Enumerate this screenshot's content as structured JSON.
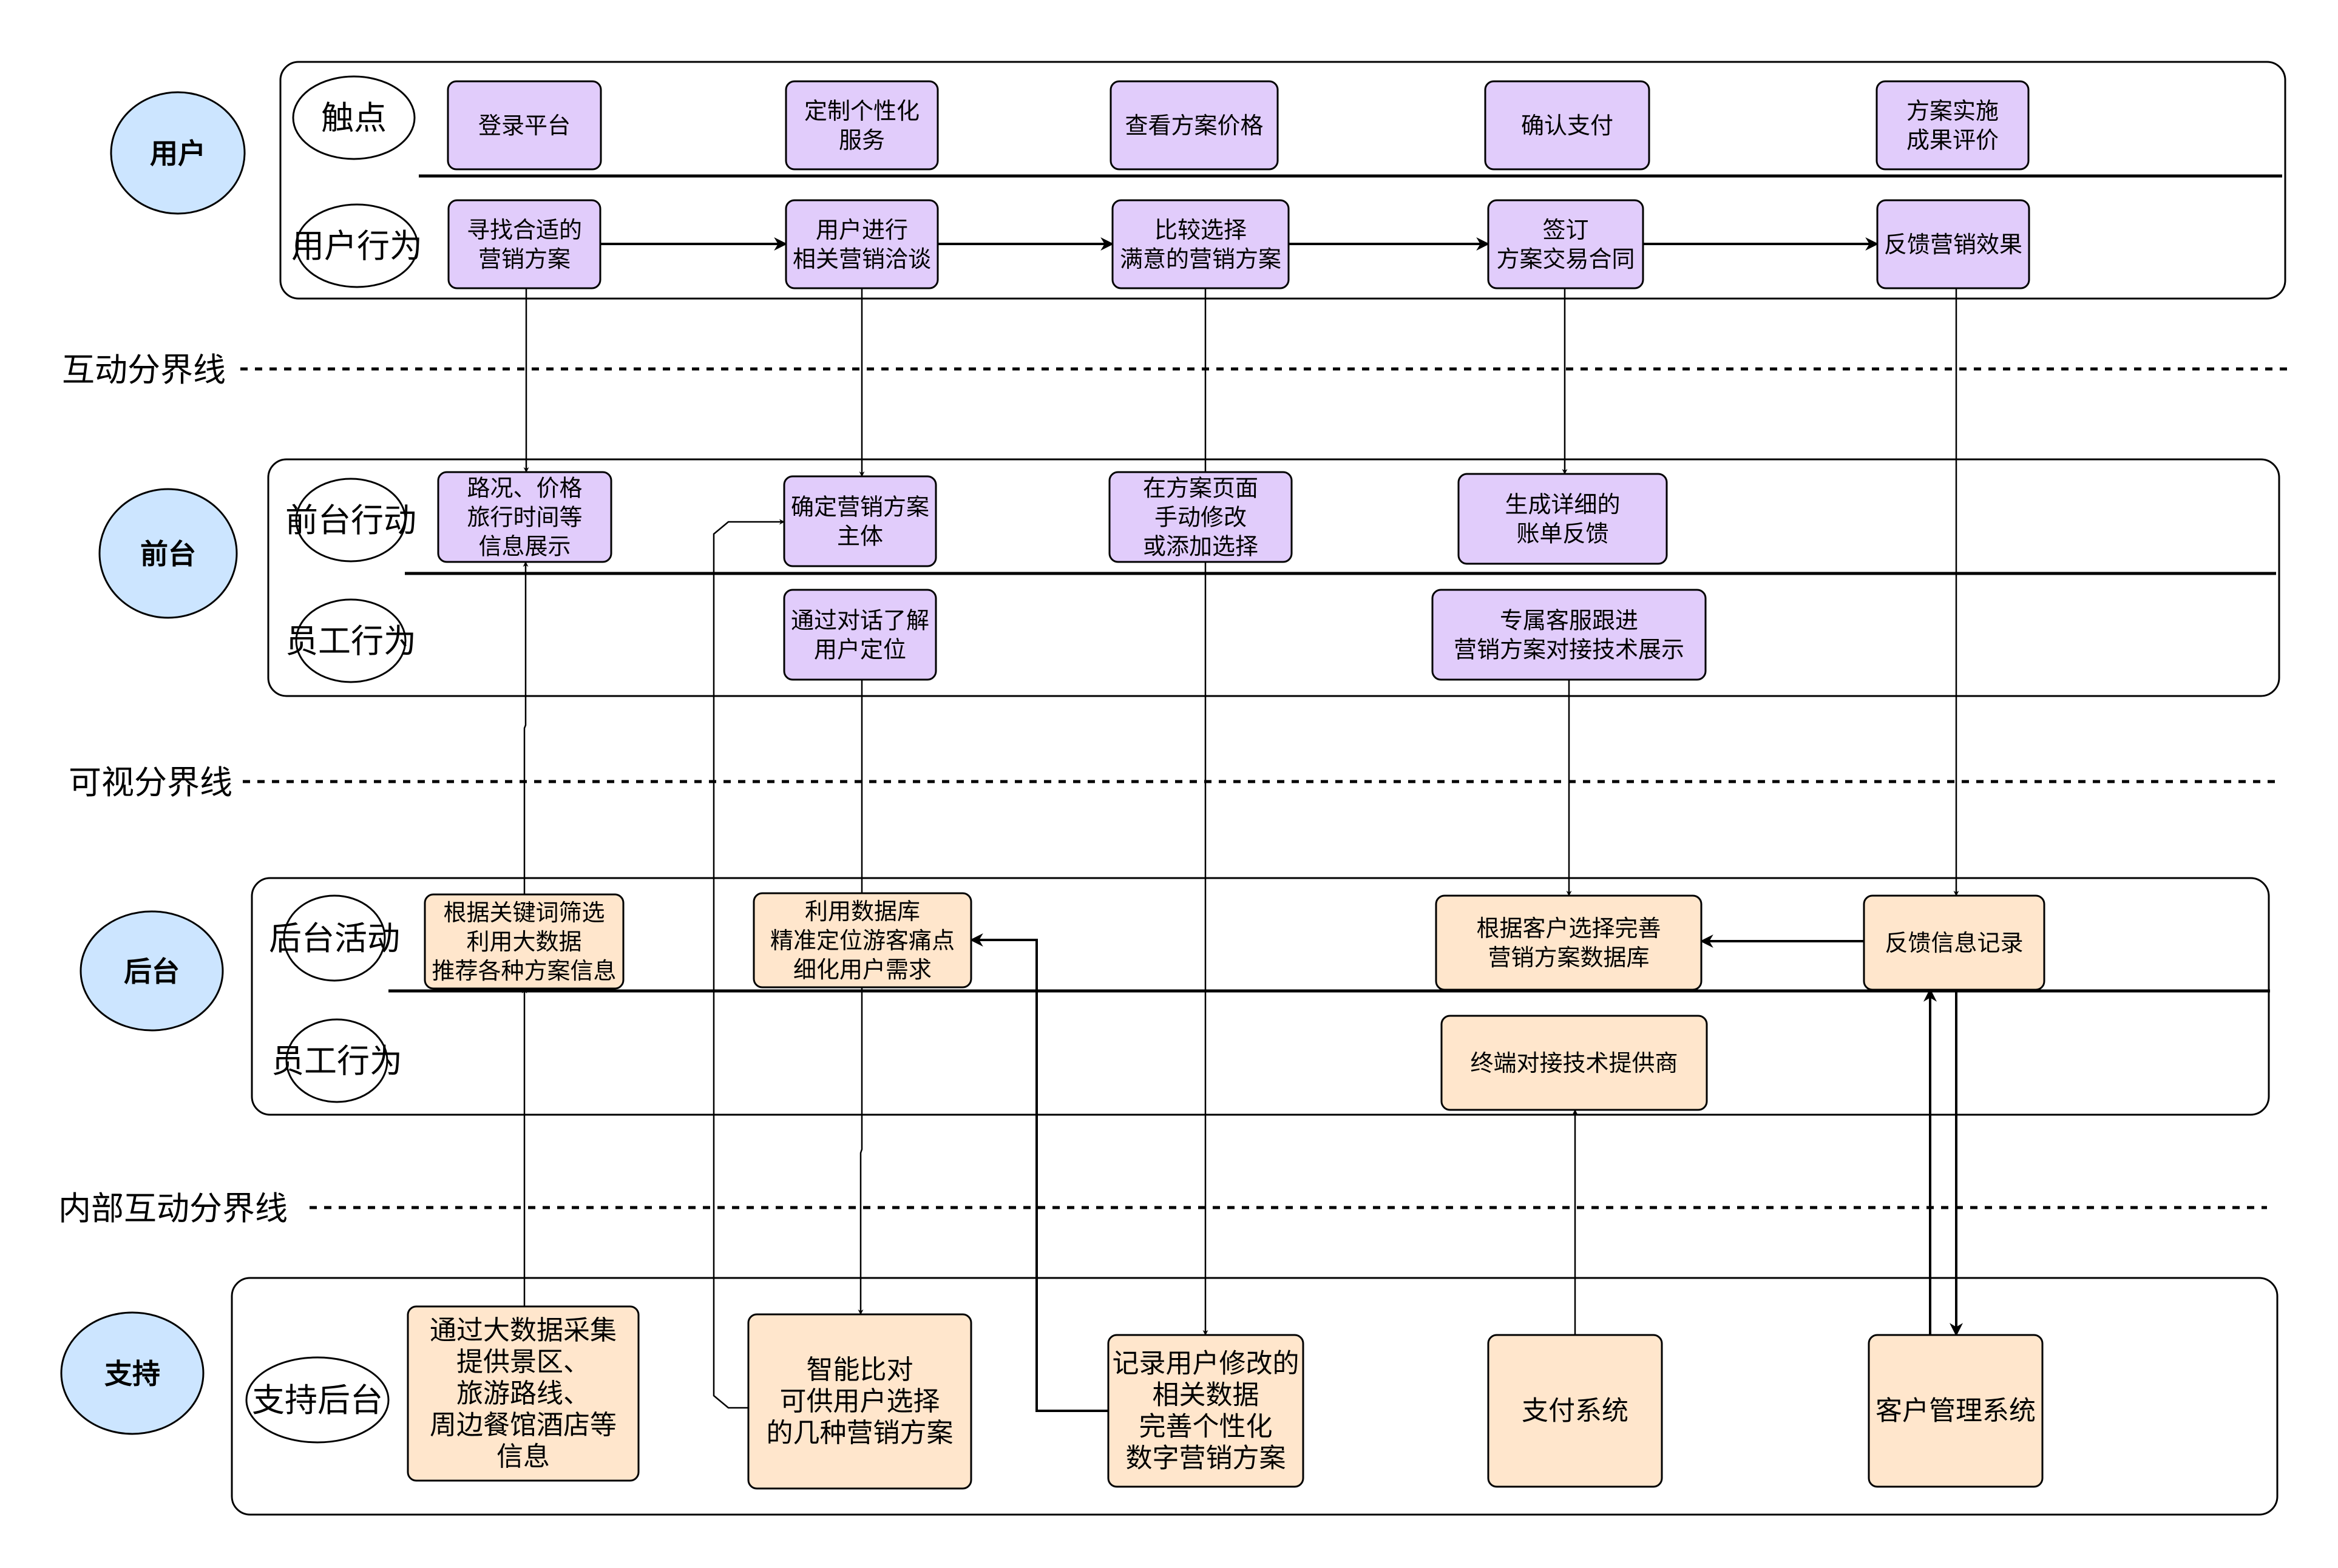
{
  "title": "Service Blueprint – 数字营销方案",
  "colors": {
    "lane_title_fill": "#cce5ff",
    "front_node_fill": "#e1ccfb",
    "back_node_fill": "#ffe6cc",
    "stroke": "#000000",
    "background": "#ffffff"
  },
  "lanes": [
    {
      "id": "user",
      "title": "用户",
      "rows": [
        {
          "label": "触点"
        },
        {
          "label": "用户行为"
        }
      ]
    },
    {
      "id": "front",
      "title": "前台",
      "rows": [
        {
          "label": "前台行动"
        },
        {
          "label": "员工行为"
        }
      ]
    },
    {
      "id": "back",
      "title": "后台",
      "rows": [
        {
          "label": "后台活动"
        },
        {
          "label": "员工行为"
        }
      ]
    },
    {
      "id": "support",
      "title": "支持",
      "rows": [
        {
          "label": "支持后台"
        }
      ]
    }
  ],
  "boundaries": [
    {
      "id": "interaction",
      "label": "互动分界线"
    },
    {
      "id": "visibility",
      "label": "可视分界线"
    },
    {
      "id": "internal",
      "label": "内部互动分界线"
    }
  ],
  "nodes": [
    {
      "id": "t1",
      "lane": "user",
      "row": 0,
      "style": "front",
      "lines": [
        "登录平台"
      ]
    },
    {
      "id": "t2",
      "lane": "user",
      "row": 0,
      "style": "front",
      "lines": [
        "定制个性化",
        "服务"
      ]
    },
    {
      "id": "t3",
      "lane": "user",
      "row": 0,
      "style": "front",
      "lines": [
        "查看方案价格"
      ]
    },
    {
      "id": "t4",
      "lane": "user",
      "row": 0,
      "style": "front",
      "lines": [
        "确认支付"
      ]
    },
    {
      "id": "t5",
      "lane": "user",
      "row": 0,
      "style": "front",
      "lines": [
        "方案实施",
        "成果评价"
      ]
    },
    {
      "id": "u1",
      "lane": "user",
      "row": 1,
      "style": "front",
      "lines": [
        "寻找合适的",
        "营销方案"
      ]
    },
    {
      "id": "u2",
      "lane": "user",
      "row": 1,
      "style": "front",
      "lines": [
        "用户进行",
        "相关营销洽谈"
      ]
    },
    {
      "id": "u3",
      "lane": "user",
      "row": 1,
      "style": "front",
      "lines": [
        "比较选择",
        "满意的营销方案"
      ]
    },
    {
      "id": "u4",
      "lane": "user",
      "row": 1,
      "style": "front",
      "lines": [
        "签订",
        "方案交易合同"
      ]
    },
    {
      "id": "u5",
      "lane": "user",
      "row": 1,
      "style": "front",
      "lines": [
        "反馈营销效果"
      ]
    },
    {
      "id": "f1",
      "lane": "front",
      "row": 0,
      "style": "front",
      "lines": [
        "路况、价格",
        "旅行时间等",
        "信息展示"
      ]
    },
    {
      "id": "f2",
      "lane": "front",
      "row": 0,
      "style": "front",
      "lines": [
        "确定营销方案",
        "主体"
      ]
    },
    {
      "id": "f3",
      "lane": "front",
      "row": 0,
      "style": "front",
      "lines": [
        "在方案页面",
        "手动修改",
        "或添加选择"
      ]
    },
    {
      "id": "f4",
      "lane": "front",
      "row": 0,
      "style": "front",
      "lines": [
        "生成详细的",
        "账单反馈"
      ]
    },
    {
      "id": "fe1",
      "lane": "front",
      "row": 1,
      "style": "front",
      "lines": [
        "通过对话了解",
        "用户定位"
      ]
    },
    {
      "id": "fe2",
      "lane": "front",
      "row": 1,
      "style": "front",
      "lines": [
        "专属客服跟进",
        "营销方案对接技术展示"
      ]
    },
    {
      "id": "b1",
      "lane": "back",
      "row": 0,
      "style": "back",
      "lines": [
        "根据关键词筛选",
        "利用大数据",
        "推荐各种方案信息"
      ]
    },
    {
      "id": "b2",
      "lane": "back",
      "row": 0,
      "style": "back",
      "lines": [
        "利用数据库",
        "精准定位游客痛点",
        "细化用户需求"
      ]
    },
    {
      "id": "b3",
      "lane": "back",
      "row": 0,
      "style": "back",
      "lines": [
        "根据客户选择完善",
        "营销方案数据库"
      ]
    },
    {
      "id": "b4",
      "lane": "back",
      "row": 0,
      "style": "back",
      "lines": [
        "反馈信息记录"
      ]
    },
    {
      "id": "be1",
      "lane": "back",
      "row": 1,
      "style": "back",
      "lines": [
        "终端对接技术提供商"
      ]
    },
    {
      "id": "s1",
      "lane": "support",
      "row": 0,
      "style": "back",
      "lines": [
        "通过大数据采集",
        "提供景区、",
        "旅游路线、",
        "周边餐馆酒店等",
        "信息"
      ]
    },
    {
      "id": "s2",
      "lane": "support",
      "row": 0,
      "style": "back",
      "lines": [
        "智能比对",
        "可供用户选择",
        "的几种营销方案"
      ]
    },
    {
      "id": "s3",
      "lane": "support",
      "row": 0,
      "style": "back",
      "lines": [
        "记录用户修改的",
        "相关数据",
        "完善个性化",
        "数字营销方案"
      ]
    },
    {
      "id": "s4",
      "lane": "support",
      "row": 0,
      "style": "back",
      "lines": [
        "支付系统"
      ]
    },
    {
      "id": "s5",
      "lane": "support",
      "row": 0,
      "style": "back",
      "lines": [
        "客户管理系统"
      ]
    }
  ],
  "edges": [
    {
      "from": "u1",
      "to": "u2"
    },
    {
      "from": "u2",
      "to": "u3"
    },
    {
      "from": "u3",
      "to": "u4"
    },
    {
      "from": "u4",
      "to": "u5"
    },
    {
      "from": "u1",
      "to": "f1"
    },
    {
      "from": "u2",
      "to": "f2"
    },
    {
      "from": "u3",
      "to": "s3"
    },
    {
      "from": "u4",
      "to": "f4"
    },
    {
      "from": "u5",
      "to": "b4"
    },
    {
      "from": "fe1",
      "to": "s2"
    },
    {
      "from": "fe2",
      "to": "b3"
    },
    {
      "from": "b1",
      "to": "f1"
    },
    {
      "from": "s1",
      "to": "b1"
    },
    {
      "from": "s2",
      "to": "f2"
    },
    {
      "from": "s3",
      "to": "b2"
    },
    {
      "from": "b4",
      "to": "b3"
    },
    {
      "from": "b4",
      "to": "s5"
    },
    {
      "from": "s5",
      "to": "b4"
    },
    {
      "from": "s4",
      "to": "be1"
    }
  ]
}
